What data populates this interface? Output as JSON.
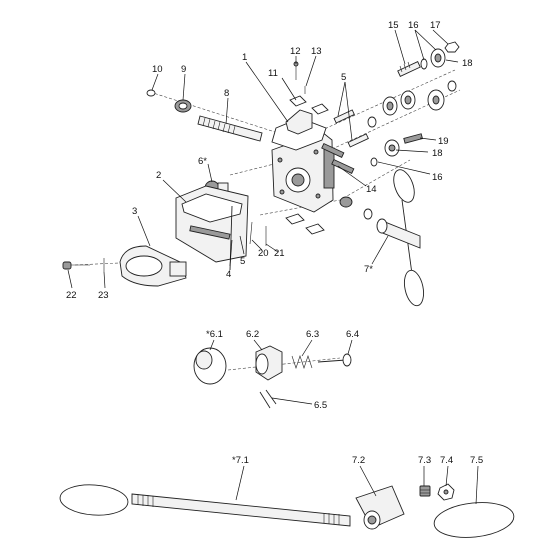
{
  "callouts": [
    {
      "id": "c1",
      "text": "1"
    },
    {
      "id": "c2",
      "text": "2"
    },
    {
      "id": "c3",
      "text": "3"
    },
    {
      "id": "c4",
      "text": "4"
    },
    {
      "id": "c5a",
      "text": "5"
    },
    {
      "id": "c5b",
      "text": "5"
    },
    {
      "id": "c6",
      "text": "6*"
    },
    {
      "id": "c7",
      "text": "7*"
    },
    {
      "id": "c8",
      "text": "8"
    },
    {
      "id": "c9",
      "text": "9"
    },
    {
      "id": "c10",
      "text": "10"
    },
    {
      "id": "c11",
      "text": "11"
    },
    {
      "id": "c12",
      "text": "12"
    },
    {
      "id": "c13",
      "text": "13"
    },
    {
      "id": "c14",
      "text": "14"
    },
    {
      "id": "c15",
      "text": "15"
    },
    {
      "id": "c16a",
      "text": "16"
    },
    {
      "id": "c16b",
      "text": "16"
    },
    {
      "id": "c17",
      "text": "17"
    },
    {
      "id": "c18a",
      "text": "18"
    },
    {
      "id": "c18b",
      "text": "18"
    },
    {
      "id": "c19",
      "text": "19"
    },
    {
      "id": "c20",
      "text": "20"
    },
    {
      "id": "c21",
      "text": "21"
    },
    {
      "id": "c22",
      "text": "22"
    },
    {
      "id": "c23",
      "text": "23"
    },
    {
      "id": "c61",
      "text": "*6.1"
    },
    {
      "id": "c62",
      "text": "6.2"
    },
    {
      "id": "c63",
      "text": "6.3"
    },
    {
      "id": "c64",
      "text": "6.4"
    },
    {
      "id": "c65",
      "text": "6.5"
    },
    {
      "id": "c71",
      "text": "*7.1"
    },
    {
      "id": "c72",
      "text": "7.2"
    },
    {
      "id": "c73",
      "text": "7.3"
    },
    {
      "id": "c74",
      "text": "7.4"
    },
    {
      "id": "c75",
      "text": "7.5"
    }
  ]
}
